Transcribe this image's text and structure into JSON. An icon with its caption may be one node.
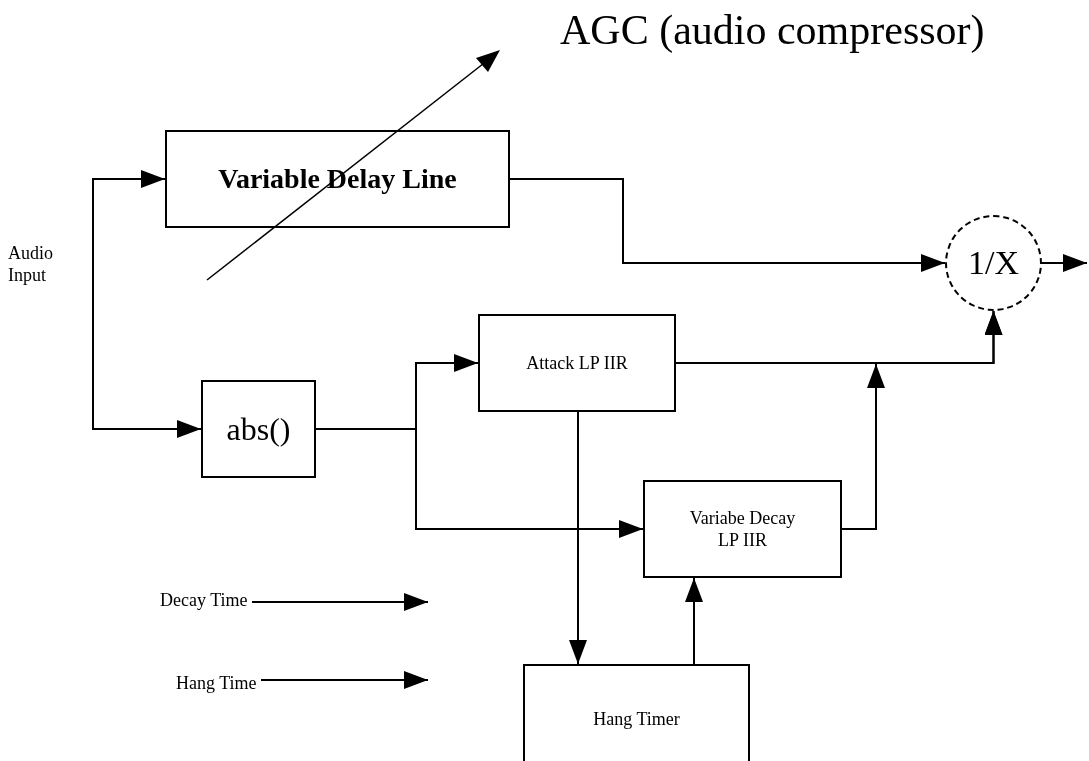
{
  "diagram": {
    "title": "AGC (audio compressor)",
    "nodes": [
      {
        "text": [
          "Variable Delay Line"
        ]
      },
      {
        "text": [
          "1/X"
        ]
      },
      {
        "text": [
          "abs()"
        ]
      },
      {
        "text": [
          "Attack LP IIR"
        ]
      },
      {
        "text": [
          "Variabe Decay LP IIR"
        ]
      },
      {
        "text": [
          "Decay Time"
        ]
      },
      {
        "text": [
          "Hang Time"
        ]
      },
      {
        "text": [
          "Hang Timer"
        ]
      }
    ],
    "edges": [
      {
        "from": null,
        "to": 0,
        "arrow": "to"
      },
      {
        "from": null,
        "to": 2,
        "arrow": "to"
      },
      {
        "from": 0,
        "to": 1,
        "arrow": "to"
      },
      {
        "from": 2,
        "to": 3,
        "arrow": "to"
      },
      {
        "from": 2,
        "to": 4,
        "arrow": "to"
      },
      {
        "from": 3,
        "to": 1,
        "arrow": "to"
      },
      {
        "from": 4,
        "to": 1,
        "arrow": "to"
      },
      {
        "from": 3,
        "to": 7,
        "arrow": "to"
      },
      {
        "from": 7,
        "to": 4,
        "arrow": "to"
      },
      {
        "from": 1,
        "to": null,
        "arrow": "to"
      },
      {
        "from": 5,
        "to": null,
        "arrow": "to"
      },
      {
        "from": 6,
        "to": null,
        "arrow": "to"
      }
    ],
    "labels": [
      "Audio Input"
    ]
  }
}
